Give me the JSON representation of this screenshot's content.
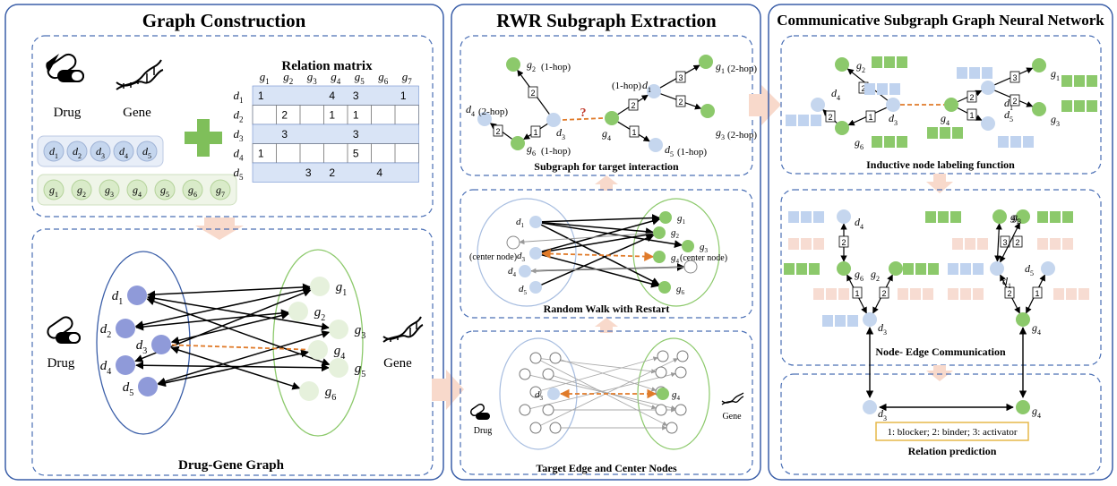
{
  "panels": {
    "graph_construction": {
      "title": "Graph Construction",
      "drug_label": "Drug",
      "gene_label": "Gene",
      "relation_matrix_title": "Relation matrix",
      "drug_nodes": [
        "d1",
        "d2",
        "d3",
        "d4",
        "d5"
      ],
      "gene_nodes": [
        "g1",
        "g2",
        "g3",
        "g4",
        "g5",
        "g6",
        "g7"
      ],
      "matrix": {
        "row_labels": [
          "d1",
          "d2",
          "d3",
          "d4",
          "d5"
        ],
        "col_labels": [
          "g1",
          "g2",
          "g3",
          "g4",
          "g5",
          "g6",
          "g7"
        ],
        "cells": [
          [
            "1",
            "",
            "",
            "4",
            "3",
            "",
            "1"
          ],
          [
            "",
            "2",
            "",
            "1",
            "1",
            "",
            ""
          ],
          [
            "",
            "3",
            "",
            "",
            "3",
            "",
            ""
          ],
          [
            "1",
            "",
            "",
            "",
            "5",
            "",
            ""
          ],
          [
            "",
            "",
            "3",
            "2",
            "",
            "4",
            ""
          ]
        ]
      },
      "graph_caption": "Drug-Gene Graph",
      "graph_drug_label": "Drug",
      "graph_gene_label": "Gene"
    },
    "rwr": {
      "title": "RWR Subgraph Extraction",
      "subgraph_caption": "Subgraph for target interaction",
      "rwr_caption": "Random Walk with Restart",
      "target_caption": "Target Edge and Center Nodes",
      "question_mark": "?",
      "center_node_left": "(center node)",
      "center_node_right": "(center node)",
      "drug_label": "Drug",
      "gene_label": "Gene",
      "hop_labels": {
        "g2": "(1-hop)",
        "d4": "(2-hop)",
        "g6": "(1-hop)",
        "d1": "(1-hop)",
        "g1": "(2-hop)",
        "g3": "(2-hop)",
        "d5": "(1-hop)"
      }
    },
    "csgnn": {
      "title": "Communicative Subgraph Graph Neural Network",
      "labeling_caption": "Inductive node labeling function",
      "communication_caption": "Node- Edge Communication",
      "prediction_caption": "Relation prediction",
      "legend": "1: blocker;  2: binder;  3: activator"
    }
  },
  "colors": {
    "panel_border": "#3a5ea8",
    "dashed_border": "#4a6fb5",
    "drug_node": "#8f9ad9",
    "drug_light": "#c5d6ee",
    "gene_node": "#e6f1dc",
    "gene_green": "#8cc96b",
    "arrow_orange": "#e07b2a",
    "plus_green": "#7fbf5a",
    "matrix_blue": "#d9e4f6",
    "block_blue": "#c0d3ef",
    "block_green": "#8cc96b",
    "block_pink": "#f7dcd2",
    "big_arrow": "#f8d9cb",
    "legend_border": "#e6b84a"
  }
}
